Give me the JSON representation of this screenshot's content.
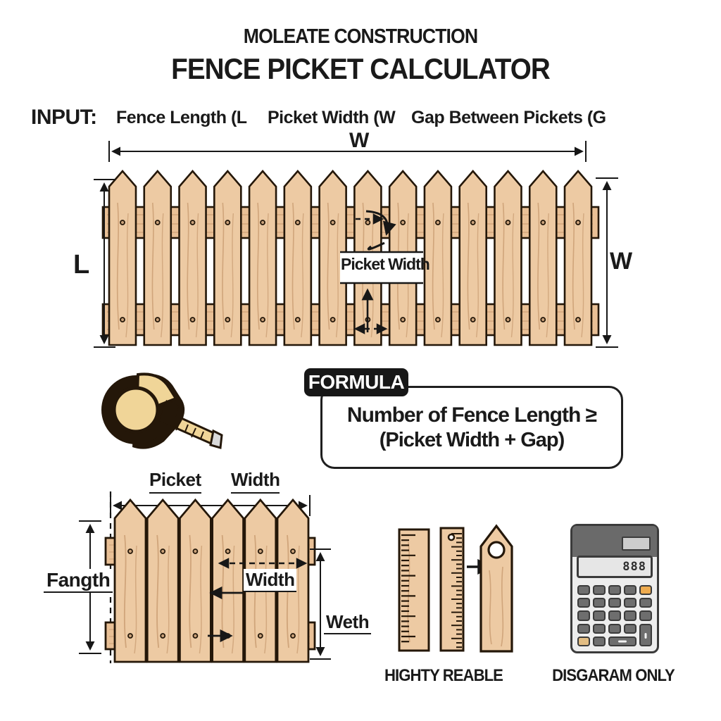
{
  "header": {
    "brand": "MOLEATE CONSTRUCTION",
    "title": "FENCE PICKET CALCULATOR"
  },
  "inputs": {
    "label": "INPUT:",
    "fields": [
      "Fence Length (L",
      "Picket Width (W",
      "Gap Between Pickets (G"
    ]
  },
  "top_diagram": {
    "picket_count": 14,
    "width_label_top": "W",
    "length_label_left": "L",
    "width_label_right": "W",
    "picket_width_label": "Picket Width"
  },
  "formula": {
    "tab": "FORMULA",
    "line1": "Number of Fence Length ≥",
    "line2": "(Picket Width + Gap)"
  },
  "bottom_diagram": {
    "picket_count": 6,
    "picket_label": "Picket",
    "width_label_top": "Width",
    "length_label": "Fangth",
    "width_label_mid": "Width",
    "height_label": "Weth"
  },
  "calculator": {
    "display": "888"
  },
  "captions": {
    "rulers": "HIGHTY REABLE",
    "calculator": "DISGARAM ONLY"
  },
  "icons": [
    "tape-measure-icon",
    "ruler-icon",
    "picket-icon",
    "calculator-icon"
  ],
  "colors": {
    "wood": "#edcaa3",
    "wood_rail": "#e9c096",
    "wood_grain": "#c89b70",
    "outline": "#241709",
    "text": "#1a1a1a",
    "formula_bg": "#171717",
    "calc_body": "#ededed",
    "calc_band": "#6a6a6a",
    "calc_key": "#6e6e6e",
    "calc_orange": "#eeab4f",
    "calc_tan": "#e2bd83"
  }
}
